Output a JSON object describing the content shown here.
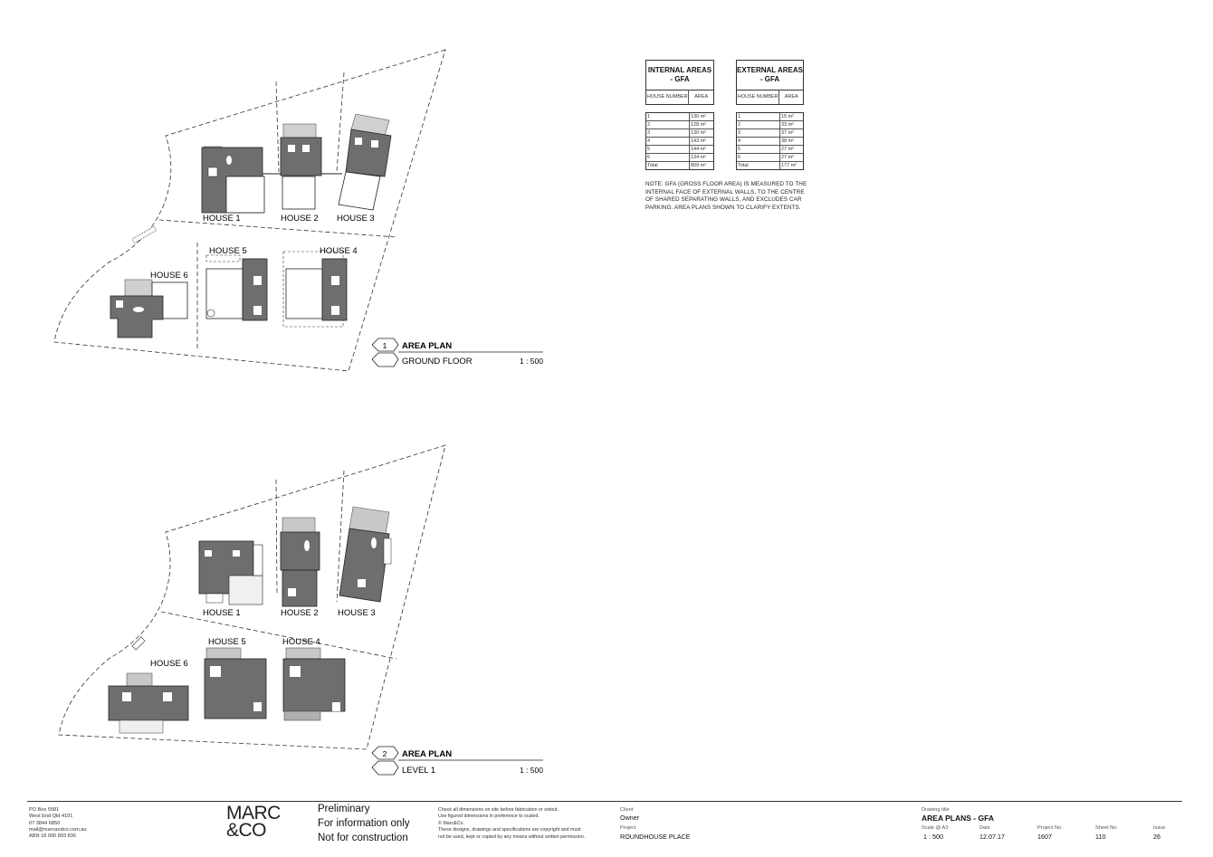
{
  "plans": [
    {
      "number": "1",
      "title": "AREA PLAN",
      "level": "GROUND FLOOR",
      "scale": "1 : 500",
      "houses": [
        "HOUSE 1",
        "HOUSE 2",
        "HOUSE 3",
        "HOUSE 5",
        "HOUSE 4",
        "HOUSE 6"
      ]
    },
    {
      "number": "2",
      "title": "AREA PLAN",
      "level": "LEVEL 1",
      "scale": "1 : 500",
      "houses": [
        "HOUSE 1",
        "HOUSE 2",
        "HOUSE 3",
        "HOUSE 5",
        "HOUSE 4",
        "HOUSE 6"
      ]
    }
  ],
  "internal_table": {
    "title": "INTERNAL AREAS - GFA",
    "col1": "HOUSE NUMBER",
    "col2": "AREA",
    "rows": [
      [
        "1",
        "130 m²"
      ],
      [
        "2",
        "128 m²"
      ],
      [
        "3",
        "130 m²"
      ],
      [
        "4",
        "143 m²"
      ],
      [
        "5",
        "144 m²"
      ],
      [
        "6",
        "134 m²"
      ]
    ],
    "total": [
      "Total",
      "809 m²"
    ]
  },
  "external_table": {
    "title": "EXTERNAL AREAS - GFA",
    "col1": "HOUSE NUMBER",
    "col2": "AREA",
    "rows": [
      [
        "1",
        "15 m²"
      ],
      [
        "2",
        "33 m²"
      ],
      [
        "3",
        "37 m²"
      ],
      [
        "4",
        "38 m²"
      ],
      [
        "5",
        "27 m²"
      ],
      [
        "6",
        "27 m²"
      ]
    ],
    "total": [
      "Total",
      "177 m²"
    ]
  },
  "note": "NOTE: GFA (GROSS FLOOR AREA) IS MEASURED TO THE INTERNAL FACE OF EXTERNAL WALLS, TO THE CENTRE OF SHARED SEPARATING WALLS, AND EXCLUDES CAR PARKING. AREA PLANS SHOWN TO CLARIFY EXTENTS.",
  "title_block": {
    "address": [
      "PO Box 5581",
      "West End Qld 4101",
      "07 3844 6850",
      "mail@marcandco.com.au",
      "ABN 18 006 893 836"
    ],
    "logo": [
      "MARC",
      "&CO"
    ],
    "status": [
      "Preliminary",
      "For information only",
      "Not for construction"
    ],
    "disclaimer": [
      "Check all dimensions on site before fabrication or setout.",
      "Use figured dimensions in preference to scaled.",
      "© Marc&Co.",
      "These designs, drawings and specifications are copyright and must",
      "not be used, kept or copied by any means without written permission."
    ],
    "client_label": "Client",
    "client": "Owner",
    "project_label": "Project",
    "project": "ROUNDHOUSE PLACE",
    "drawing_title_label": "Drawing title",
    "drawing_title": "AREA PLANS - GFA",
    "scale_label": "Scale @ A3",
    "scale": "1 : 500",
    "date_label": "Date",
    "date": "12.07.17",
    "project_no_label": "Project No.",
    "project_no": "1607",
    "sheet_label": "Sheet  No.",
    "sheet": "110",
    "issue_label": "Issue",
    "issue": "26"
  }
}
